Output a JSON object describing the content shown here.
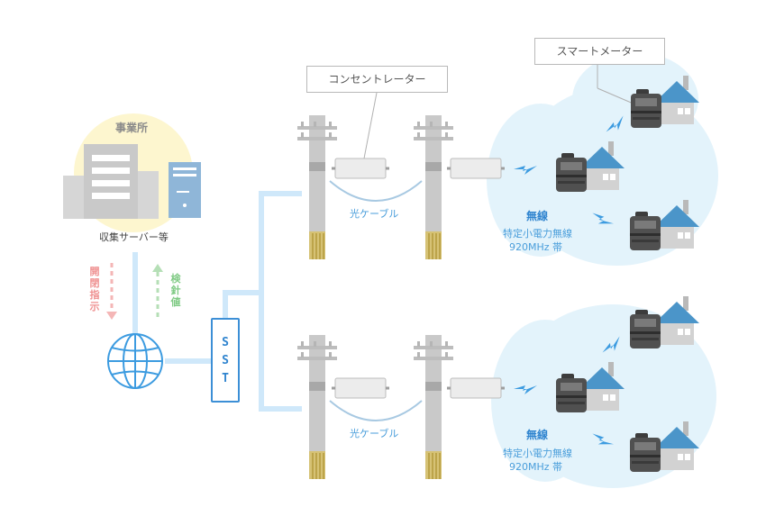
{
  "office": {
    "title": "事業所",
    "server_label": "収集サーバー等"
  },
  "signals": {
    "down_label": "開閉指示",
    "up_label": "検針値"
  },
  "sst": {
    "letters": [
      "S",
      "S",
      "T"
    ]
  },
  "callouts": {
    "concentrator": "コンセントレーター",
    "smart_meter": "スマートメーター"
  },
  "groups": [
    {
      "cable_label": "光ケーブル",
      "wireless_title": "無線",
      "wireless_line1": "特定小電力無線",
      "wireless_line2": "920MHz 帯"
    },
    {
      "cable_label": "光ケーブル",
      "wireless_title": "無線",
      "wireless_line1": "特定小電力無線",
      "wireless_line2": "920MHz 帯"
    }
  ],
  "colors": {
    "bubble": "#e3f3fb",
    "line_blue": "#cfe8fa",
    "accent_blue": "#2f84cf",
    "down_red": "#ef8f8f",
    "up_green": "#7fca84",
    "pole_gray": "#c8c8c8",
    "house_roof": "#4b95c9",
    "office_circle": "#fdf6cf"
  }
}
